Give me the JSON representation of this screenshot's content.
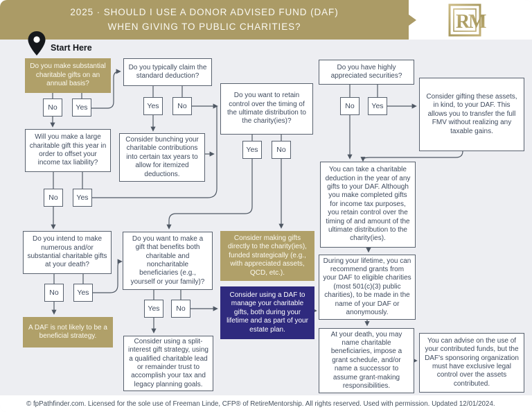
{
  "header": {
    "title_line1": "2025 · SHOULD I USE A DONOR ADVISED FUND (DAF)",
    "title_line2": "WHEN GIVING TO PUBLIC CHARITIES?",
    "logo_text": "RM"
  },
  "start": {
    "label": "Start Here"
  },
  "labels": {
    "yes": "Yes",
    "no": "No"
  },
  "nodes": {
    "q_annual": "Do you make substantial charitable gifts on an annual basis?",
    "q_large_gift": "Will you make a large charitable gift this year in order to offset your income tax liability?",
    "q_death_gifts": "Do you intend to make numerous and/or substantial charitable gifts at your death?",
    "r_not_beneficial": "A DAF is not likely to be a beneficial strategy.",
    "q_standard_deduction": "Do you typically claim the standard deduction?",
    "r_bunching": "Consider bunching your charitable contributions into certain tax years to allow for itemized deductions.",
    "q_split_benefit": "Do you want to make a gift that benefits both charitable and noncharitable beneficiaries (e.g., yourself or your family)?",
    "r_split_interest": "Consider using a split-interest gift strategy, using a qualified charitable lead or remainder trust to accomplish your tax and legacy planning goals.",
    "q_retain_control": "Do you want to retain control over the timing of the ultimate distribution to the charity(ies)?",
    "r_direct_gifts": "Consider making gifts directly to the charity(ies), funded strategically (e.g., with appreciated assets, QCD, etc.).",
    "r_use_daf": "Consider using a DAF to manage your charitable gifts, both during your lifetime and as part of your estate plan.",
    "q_appreciated": "Do you have highly appreciated securities?",
    "r_gift_in_kind": "Consider gifting these assets, in kind, to your DAF. This allows you to transfer the full FMV without realizing any taxable gains.",
    "i_deduction": "You can take a charitable deduction in the year of any gifts to your DAF. Although you make completed gifts for income tax purposes, you retain control over the timing of and amount of the ultimate distribution to the charity(ies).",
    "i_lifetime": "During your lifetime, you can recommend grants from your DAF to eligible charities (most 501(c)(3) public charities), to be made in the name of your DAF or anonymously.",
    "i_death": "At your death, you may name charitable beneficiaries, impose a grant schedule, and/or name a successor to assume grant-making responsibilities.",
    "i_advise": "You can advise on the use of your contributed funds, but the DAF's sponsoring organization must have exclusive legal control over the assets contributed."
  },
  "footer": {
    "text": "© fpPathfinder.com. Licensed for the sole use of Freeman Linde, CFP® of RetireMentorship. All rights reserved. Used with permission. Updated 12/01/2024."
  },
  "colors": {
    "gold": "#ab9b66",
    "purple": "#2f2a7e",
    "ink": "#3f4b5e",
    "wire": "#4f5864",
    "background": "#edeef2"
  }
}
